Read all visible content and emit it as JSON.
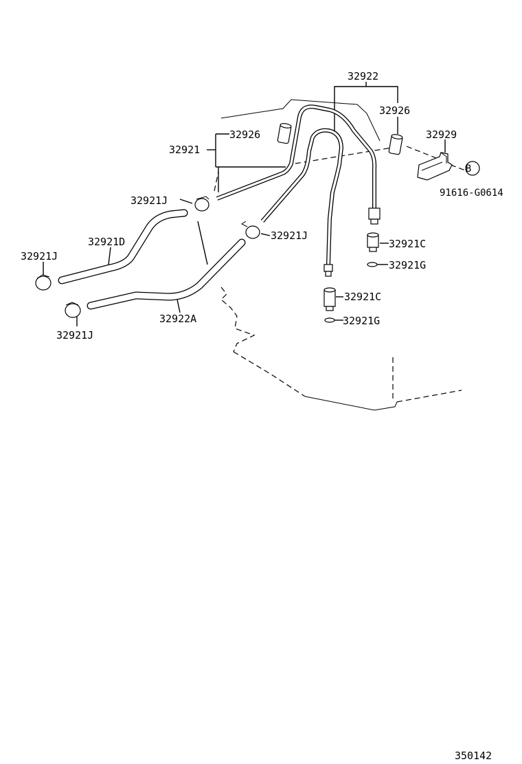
{
  "diagram": {
    "figure_number": "350142",
    "callouts": {
      "pipe_assy": "32922",
      "grommet_upper": "32926",
      "grommet_right": "32926",
      "pipe_sub": "32921",
      "clamp_upper": "32921J",
      "clamp_middle": "32921J",
      "clamp_left": "32921J",
      "clamp_lower": "32921J",
      "hose_d": "32921D",
      "hose_a": "32922A",
      "bracket": "32929",
      "bolt": "91616-G0614",
      "union_right": "32921C",
      "gasket_right": "32921G",
      "union_lower": "32921C",
      "gasket_lower": "32921G"
    },
    "reference_marker": "B"
  }
}
